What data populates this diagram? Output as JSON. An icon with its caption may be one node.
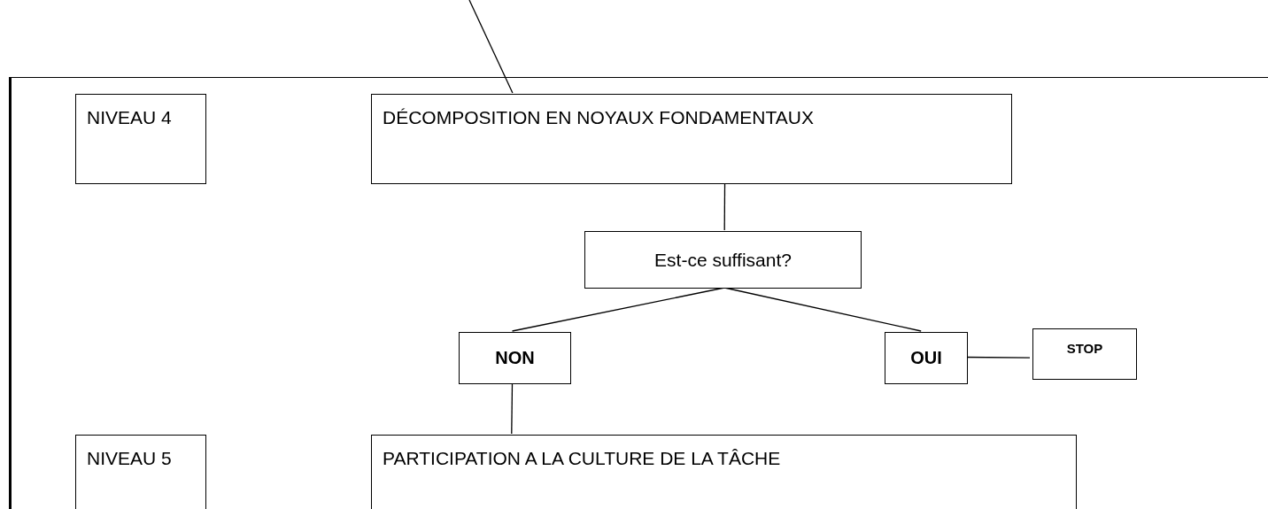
{
  "diagram": {
    "nodes": [
      {
        "text": [],
        "shape": "box"
      },
      {
        "text": [
          "NIVEAU 4"
        ],
        "in": 0
      },
      {
        "text": [
          "DÉCOMPOSITION EN NOYAUX FONDAMENTAUX"
        ],
        "in": 0
      },
      {
        "text": [
          "Est-ce suffisant?"
        ],
        "in": 0
      },
      {
        "text": [
          "NON"
        ],
        "in": 0
      },
      {
        "text": [
          "OUI"
        ],
        "in": 0
      },
      {
        "text": [
          "STOP"
        ],
        "in": 0
      },
      {
        "text": [
          "NIVEAU 5"
        ],
        "in": 0
      },
      {
        "text": [
          "PARTICIPATION A LA CULTURE DE LA TÂCHE"
        ],
        "in": 0
      }
    ],
    "edges": [
      {
        "from": null,
        "to": 2,
        "arrow": "none"
      },
      {
        "from": 2,
        "to": 3,
        "arrow": "none"
      },
      {
        "from": 3,
        "to": 4,
        "arrow": "none"
      },
      {
        "from": 3,
        "to": 5,
        "arrow": "none"
      },
      {
        "from": 5,
        "to": 6,
        "arrow": "none"
      },
      {
        "from": 4,
        "to": 8,
        "arrow": "none"
      }
    ]
  }
}
